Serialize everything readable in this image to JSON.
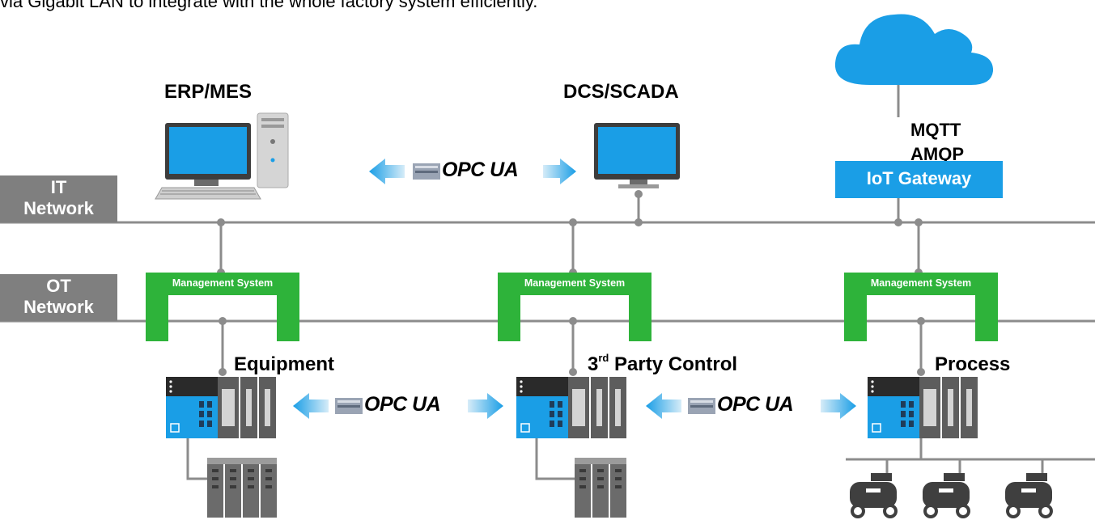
{
  "intro": {
    "text": "via Gigabit LAN to integrate with the whole factory system efficiently."
  },
  "networks": {
    "it": {
      "line1": "IT",
      "line2": "Network"
    },
    "ot": {
      "line1": "OT",
      "line2": "Network"
    }
  },
  "systems": {
    "erp_mes": "ERP/MES",
    "dcs_scada": "DCS/SCADA",
    "iot_gateway": "IoT Gateway",
    "protocols": [
      "MQTT",
      "AMQP"
    ]
  },
  "management_systems": [
    {
      "label": "Management System"
    },
    {
      "label": "Management System"
    },
    {
      "label": "Management System"
    }
  ],
  "controllers": {
    "equipment": "Equipment",
    "third_party": {
      "prefix": "3",
      "superscript": "rd",
      "suffix": " Party Control"
    },
    "process": "Process"
  },
  "opc_ua": {
    "logo_text": "OPC UA",
    "links": [
      {
        "from": "ERP/MES",
        "to": "DCS/SCADA"
      },
      {
        "from": "Equipment",
        "to": "3rd Party Control"
      },
      {
        "from": "3rd Party Control",
        "to": "Process"
      }
    ]
  },
  "colors": {
    "accent_blue": "#1a9ee6",
    "green": "#2eb33a",
    "gray": "#7f7f7f",
    "line": "#8c8c8c"
  }
}
